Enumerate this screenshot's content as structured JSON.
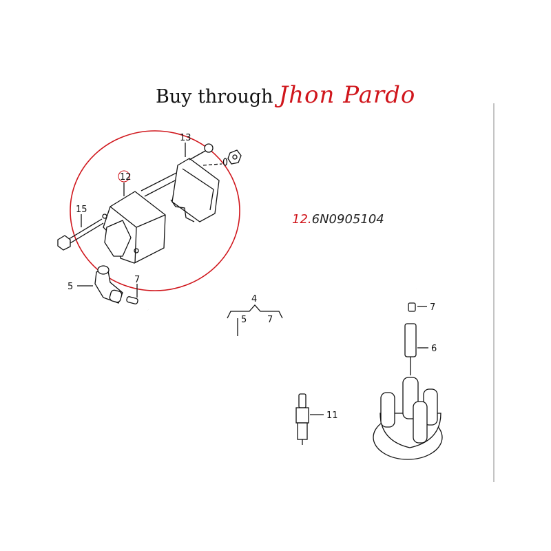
{
  "header": {
    "prefix": "Buy through",
    "brand": "Jhon Pardo"
  },
  "part_number": {
    "index": "12.",
    "code": "6N0905104"
  },
  "highlight_color": "#d0161c",
  "callouts": {
    "c12": "12",
    "c13": "13",
    "c15": "15",
    "c5a": "5",
    "c7a": "7",
    "c4": "4",
    "c5b": "5",
    "c7b": "7",
    "c7c": "7",
    "c6": "6",
    "c11": "11"
  }
}
